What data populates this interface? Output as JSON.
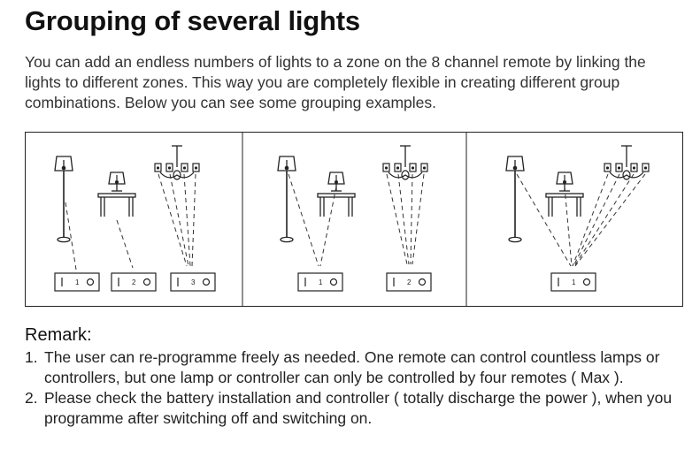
{
  "title": "Grouping of several lights",
  "intro": "You can add an endless numbers of lights to a zone on the 8 channel remote by linking the lights to different zones. This way you are completely flexible in creating different group combinations. Below you can see some grouping examples.",
  "diagram": {
    "panels": [
      {
        "id": "panel-1",
        "switches": [
          {
            "id": "sw-1",
            "label": "1"
          },
          {
            "id": "sw-2",
            "label": "2"
          },
          {
            "id": "sw-3",
            "label": "3"
          }
        ]
      },
      {
        "id": "panel-2",
        "switches": [
          {
            "id": "sw-1",
            "label": "1"
          },
          {
            "id": "sw-2",
            "label": "2"
          }
        ]
      },
      {
        "id": "panel-3",
        "switches": [
          {
            "id": "sw-1",
            "label": "1"
          }
        ]
      }
    ]
  },
  "remark": {
    "heading": "Remark:",
    "items": [
      {
        "num": "1.",
        "text": "The user can re-programme freely as needed. One remote can control countless lamps or controllers, but one lamp or controller can only be controlled by four remotes ( Max )."
      },
      {
        "num": "2.",
        "text": "Please check the battery installation and controller ( totally  discharge the power ), when you programme after switching off and switching on."
      }
    ]
  }
}
